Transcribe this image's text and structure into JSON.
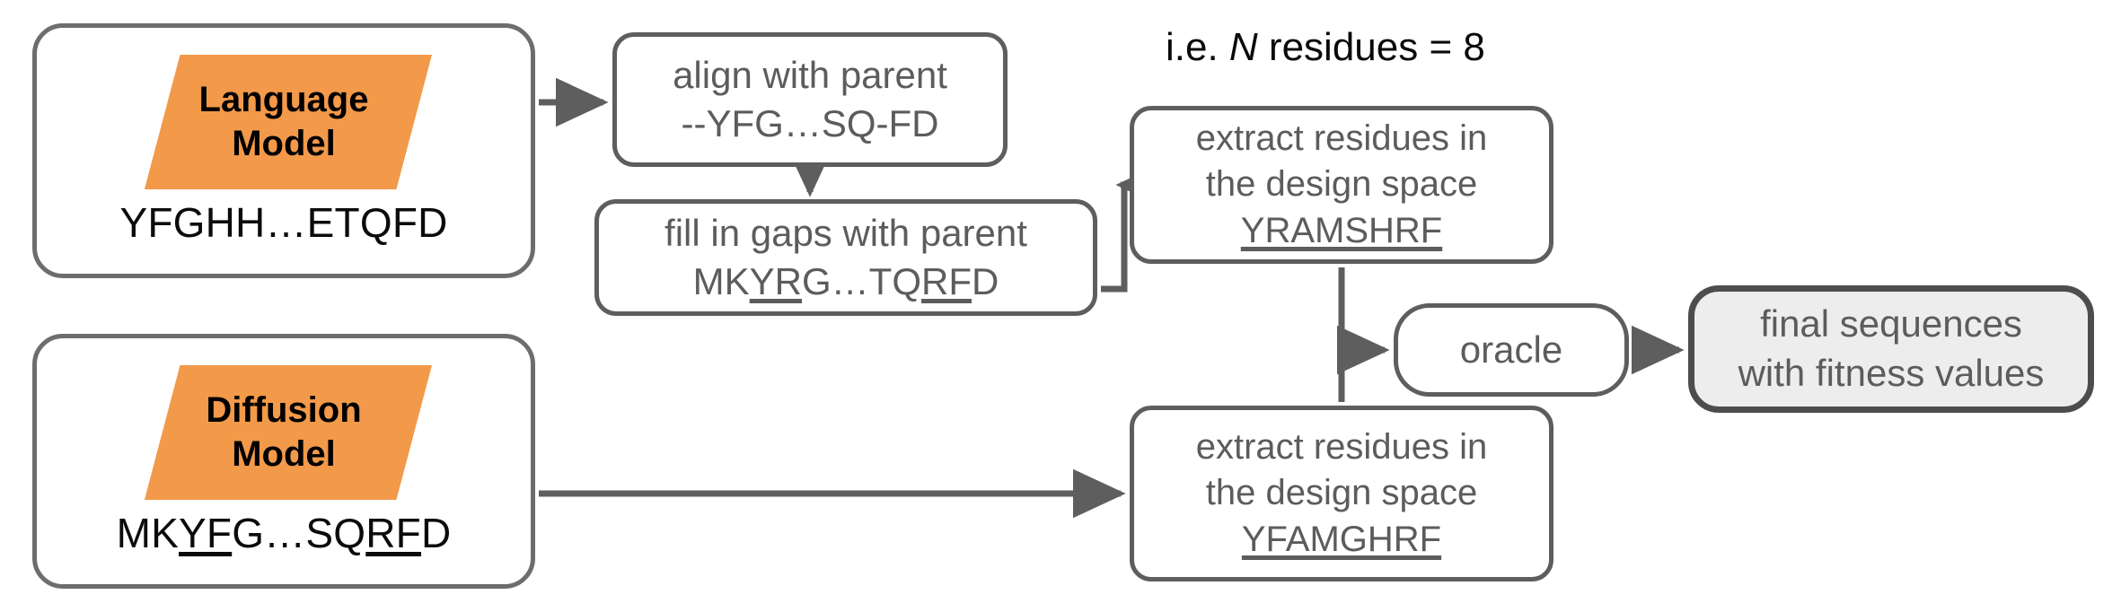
{
  "theme": {
    "orange": "#F2994A",
    "outline": "#5e5e5e",
    "text_gray": "#5c5c5c",
    "result_fill": "#ededed",
    "background": "#ffffff"
  },
  "caption": {
    "prefix": "i.e. ",
    "symbol": "N",
    "suffix": " residues = 8",
    "full": "i.e. N residues = 8"
  },
  "generators": [
    {
      "id": "language-model",
      "title_line1": "Language",
      "title_line2": "Model",
      "sequence": "YFGHH…ETQFD",
      "sequence_parts": [
        {
          "text": "YFGHH…ETQFD",
          "underline": false
        }
      ]
    },
    {
      "id": "diffusion-model",
      "title_line1": "Diffusion",
      "title_line2": "Model",
      "sequence": "MKYFG…SQRFD",
      "sequence_parts": [
        {
          "text": "MK",
          "underline": false
        },
        {
          "text": "YF",
          "underline": true
        },
        {
          "text": "G…SQ",
          "underline": false
        },
        {
          "text": "RF",
          "underline": true
        },
        {
          "text": "D",
          "underline": false
        }
      ]
    }
  ],
  "steps": {
    "align": {
      "line1": "align with parent",
      "line2": "--YFG…SQ-FD"
    },
    "fill": {
      "line1": "fill in gaps with parent",
      "line2": "MKYRG…TQRFD",
      "line2_parts": [
        {
          "text": "MK",
          "underline": false
        },
        {
          "text": "YR",
          "underline": true
        },
        {
          "text": "G…TQ",
          "underline": false
        },
        {
          "text": "RF",
          "underline": true
        },
        {
          "text": "D",
          "underline": false
        }
      ]
    },
    "extract_top": {
      "line1": "extract residues in",
      "line2": "the design space",
      "line3": "YRAMSHRF"
    },
    "extract_bottom": {
      "line1": "extract residues in",
      "line2": "the design space",
      "line3": "YFAMGHRF"
    },
    "oracle": {
      "label": "oracle"
    },
    "final": {
      "line1": "final sequences",
      "line2": "with fitness values"
    }
  }
}
